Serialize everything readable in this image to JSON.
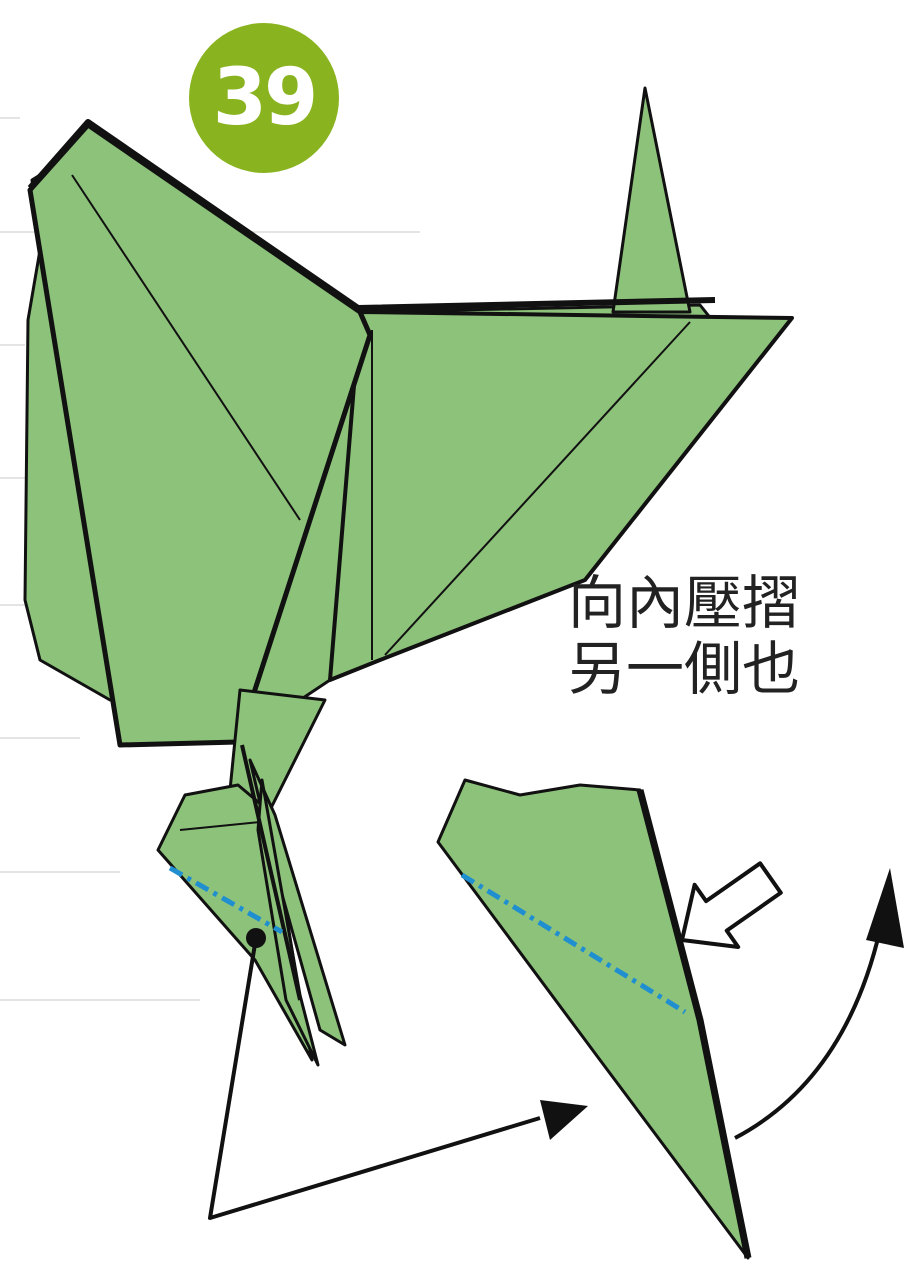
{
  "step": {
    "number": "39"
  },
  "instruction": {
    "line1": "向內壓摺",
    "line2": "另一側也"
  },
  "colors": {
    "badge": "#8ab320",
    "paper": "#8dc27a",
    "outline": "#111111",
    "fold_line": "#1f8fd0",
    "background": "#ffffff"
  },
  "icons": {
    "push_arrow": "hollow-push-arrow-icon",
    "rotate_arrow": "curved-arrow-icon",
    "reference_arrow": "reference-arrow-icon"
  }
}
